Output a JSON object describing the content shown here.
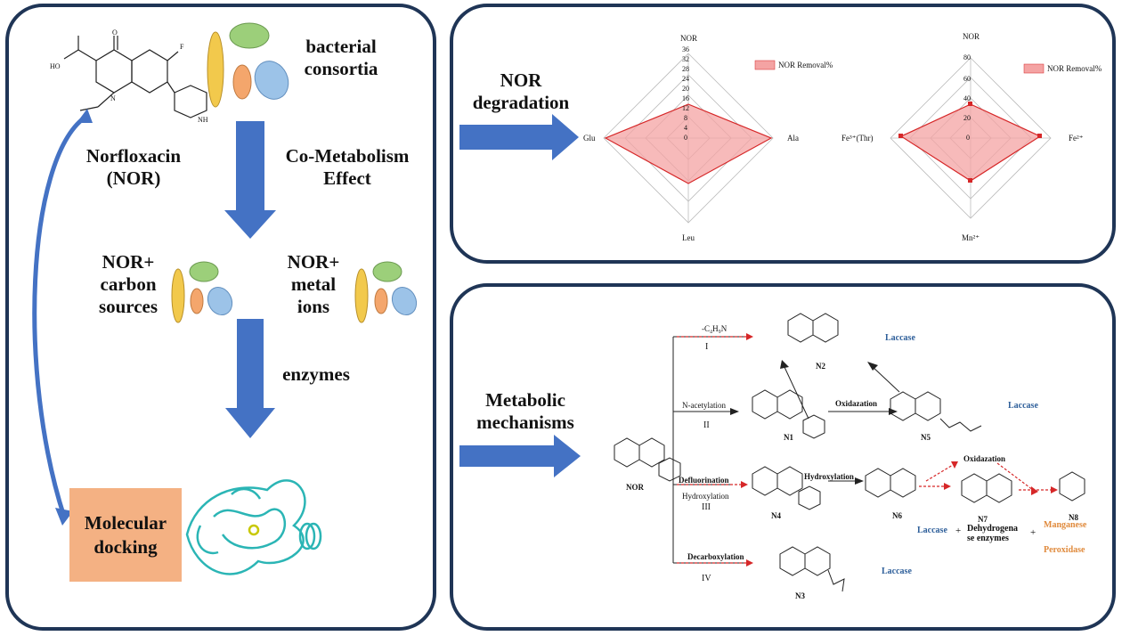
{
  "left": {
    "compound_name": "Norfloxacin",
    "compound_abbr": "(NOR)",
    "consortia": "bacterial consortia",
    "co_metabolism": "Co-Metabolism Effect",
    "carbon": "NOR+ carbon sources",
    "metal": "NOR+ metal ions",
    "enzymes": "enzymes",
    "docking": "Molecular docking",
    "atoms": {
      "ho": "HO",
      "f": "F",
      "nh": "NH",
      "n": "N",
      "o": "O"
    }
  },
  "degradation": {
    "label": "NOR degradation",
    "radar1": {
      "top": "NOR",
      "left": "Glu",
      "right": "Ala",
      "bottom": "Leu",
      "legend": "NOR Removal%",
      "ticks": [
        "0",
        "4",
        "8",
        "12",
        "16",
        "20",
        "24",
        "28",
        "32",
        "36"
      ]
    },
    "radar2": {
      "top": "NOR",
      "left": "Fe³⁺(Thr)",
      "right": "Fe²⁺",
      "bottom": "Mn²⁺",
      "legend": "NOR Removal%",
      "ticks": [
        "0",
        "20",
        "40",
        "60",
        "80"
      ]
    }
  },
  "mechanisms": {
    "label": "Metabolic mechanisms",
    "nodes": {
      "nor": "NOR",
      "n1": "N1",
      "n2": "N2",
      "n3": "N3",
      "n4": "N4",
      "n5": "N5",
      "n6": "N6",
      "n7": "N7",
      "n8": "N8"
    },
    "paths": {
      "p1": "I",
      "p2": "II",
      "p3": "III",
      "p4": "IV"
    },
    "reactions": {
      "r1": "-C₄H₉N",
      "r2": "N-acetylation",
      "r3": "Oxidazation",
      "r4a": "Defluorination",
      "r4b": "Hydroxylation",
      "r5": "Hydroxylation",
      "r6": "Oxidazation",
      "r7": "Decarboxylation"
    },
    "enzymes": {
      "e1": "Laccase",
      "e2": "Laccase",
      "e3": "Laccase",
      "e4": "Laccase",
      "dehydro": "Dehydrogena se enzymes",
      "manganese": "Manganese",
      "peroxidase": "Peroxidase",
      "plus1": "+",
      "plus2": "+"
    },
    "colors": {
      "laccase": "#2e5f9a",
      "manganese": "#e08a3c",
      "arrow_red": "#d62728"
    }
  }
}
